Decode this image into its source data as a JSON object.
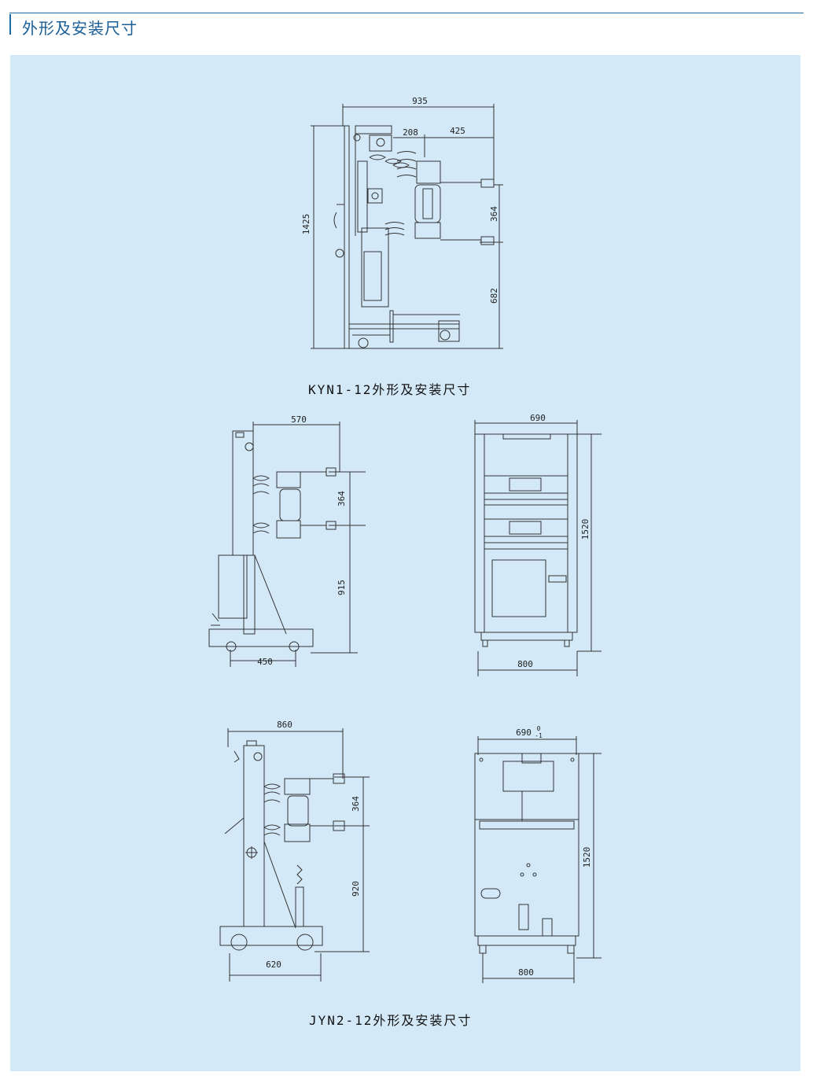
{
  "header": {
    "title": "外形及安装尺寸"
  },
  "kyn": {
    "caption": "KYN1-12外形及安装尺寸",
    "dims": {
      "w935": "935",
      "w208": "208",
      "w425": "425",
      "h1425": "1425",
      "h364": "364",
      "h682": "682"
    }
  },
  "jyn_side_a": {
    "dims": {
      "w570": "570",
      "h364": "364",
      "h915": "915",
      "w450": "450"
    }
  },
  "jyn_front_a": {
    "dims": {
      "w690": "690",
      "h1520": "1520",
      "w800": "800"
    }
  },
  "jyn_side_b": {
    "dims": {
      "w860": "860",
      "h364": "364",
      "h920": "920",
      "w620": "620"
    }
  },
  "jyn_front_b": {
    "dims": {
      "w690": "690",
      "tol_upper": "0",
      "tol_lower": "-1",
      "h1520": "1520",
      "w800": "800"
    }
  },
  "jyn_caption": "JYN2-12外形及安装尺寸"
}
